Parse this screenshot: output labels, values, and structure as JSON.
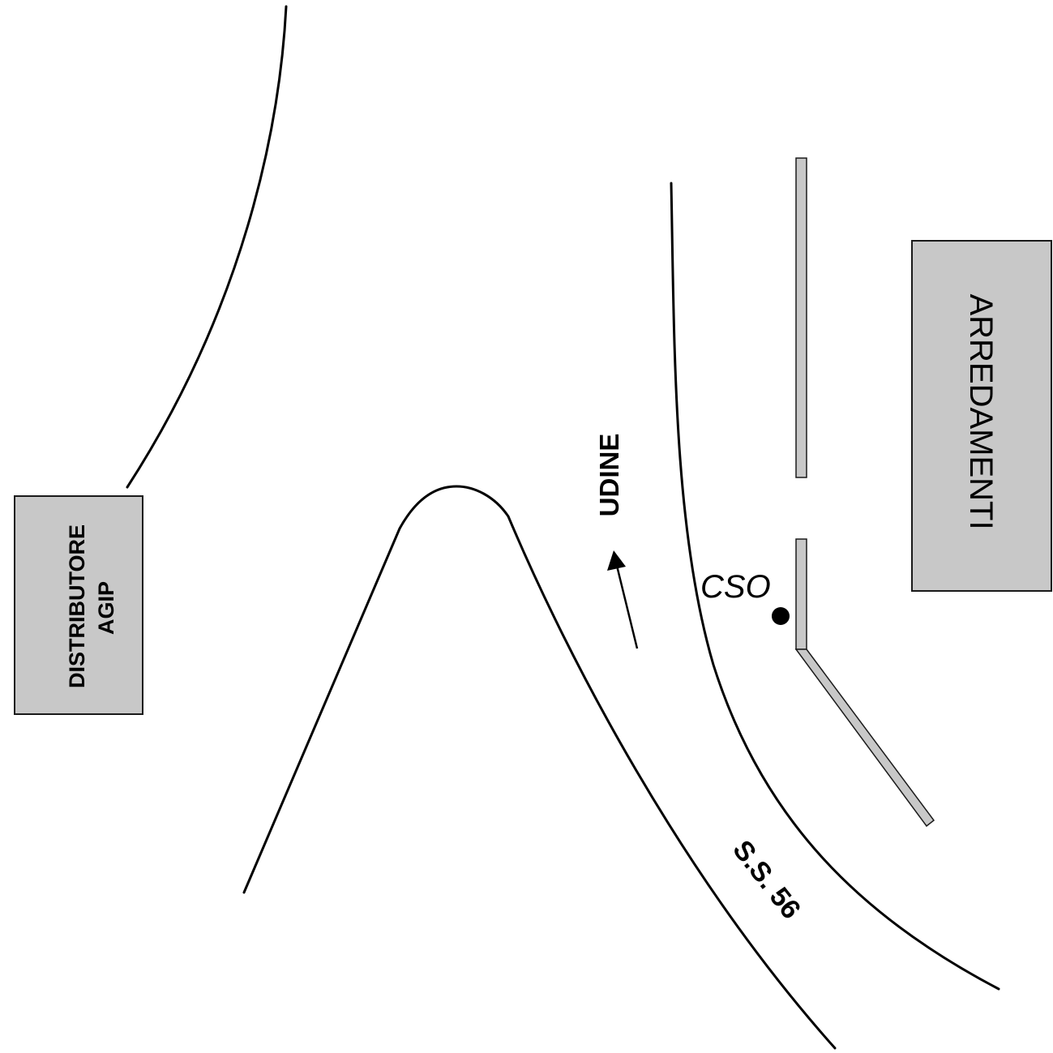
{
  "map": {
    "labels": {
      "distributore_line1": "DISTRIBUTORE",
      "distributore_line2": "AGIP",
      "arredamenti": "ARREDAMENTI",
      "direction": "UDINE",
      "road_name": "S.S. 56",
      "marker": "CSO"
    },
    "colors": {
      "building_fill": "#c8c8c8",
      "line": "#000000",
      "barrier_fill": "#c8c8c8"
    },
    "icons": {
      "marker": "station-dot-icon",
      "direction": "arrow-north-icon"
    }
  }
}
